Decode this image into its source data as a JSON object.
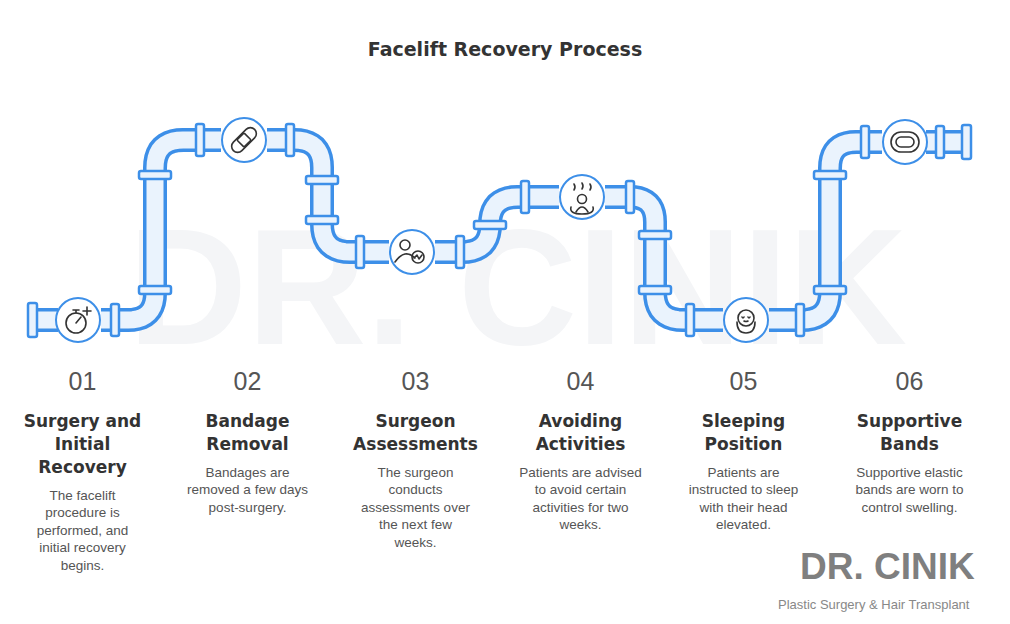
{
  "diagram": {
    "title": "Facelift Recovery Process",
    "nodes": [
      {
        "text": [
          "01",
          "Surgery and Initial Recovery",
          "The facelift procedure is performed, and initial recovery begins."
        ]
      },
      {
        "text": [
          "02",
          "Bandage Removal",
          "Bandages are removed a few days post-surgery."
        ]
      },
      {
        "text": [
          "03",
          "Surgeon Assessments",
          "The surgeon conducts assessments over the next few weeks."
        ]
      },
      {
        "text": [
          "04",
          "Avoiding Activities",
          "Patients are advised to avoid certain activities for two weeks."
        ]
      },
      {
        "text": [
          "05",
          "Sleeping Position",
          "Patients are instructed to sleep with their head elevated."
        ]
      },
      {
        "text": [
          "06",
          "Supportive Bands",
          "Supportive elastic bands are worn to control swelling."
        ]
      }
    ],
    "edges": [
      {
        "from": 0,
        "to": 1,
        "arrow": "none"
      },
      {
        "from": 1,
        "to": 2,
        "arrow": "none"
      },
      {
        "from": 2,
        "to": 3,
        "arrow": "none"
      },
      {
        "from": 3,
        "to": 4,
        "arrow": "none"
      },
      {
        "from": 4,
        "to": 5,
        "arrow": "none"
      }
    ],
    "labels": [
      "DR. CINIK",
      "DR. CINIK",
      "Plastic Surgery & Hair Transplant"
    ]
  }
}
